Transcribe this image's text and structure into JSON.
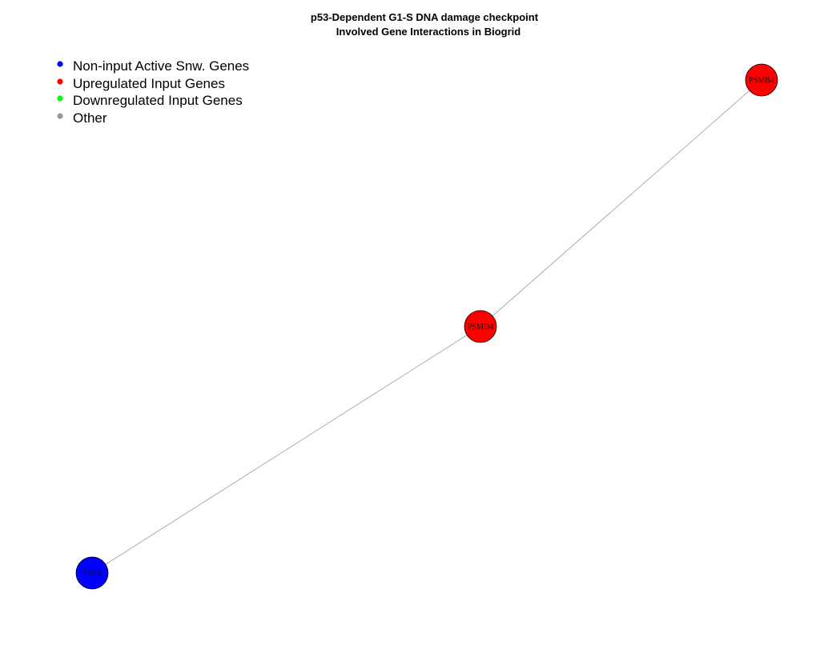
{
  "title": {
    "line1": "p53-Dependent G1-S DNA damage checkpoint",
    "line2": "Involved Gene Interactions in Biogrid"
  },
  "legend": [
    {
      "label": "Non-input Active Snw. Genes",
      "color": "#0000ff"
    },
    {
      "label": "Upregulated Input Genes",
      "color": "#ff0000"
    },
    {
      "label": "Downregulated Input Genes",
      "color": "#00ff00"
    },
    {
      "label": "Other",
      "color": "#999999"
    }
  ],
  "colors": {
    "non_input_active": "#0000ff",
    "upregulated": "#ff0000",
    "downregulated": "#00ff00",
    "other": "#999999",
    "edge": "#9a9a9a"
  },
  "nodes": [
    {
      "id": "PSMB4",
      "label": "PSMB4",
      "category": "upregulated"
    },
    {
      "id": "PSMD4",
      "label": "PSMD4",
      "category": "upregulated"
    },
    {
      "id": "TP53",
      "label": "TP53",
      "category": "non_input_active"
    }
  ],
  "edges": [
    {
      "source": "PSMB4",
      "target": "PSMD4"
    },
    {
      "source": "PSMD4",
      "target": "TP53"
    }
  ]
}
